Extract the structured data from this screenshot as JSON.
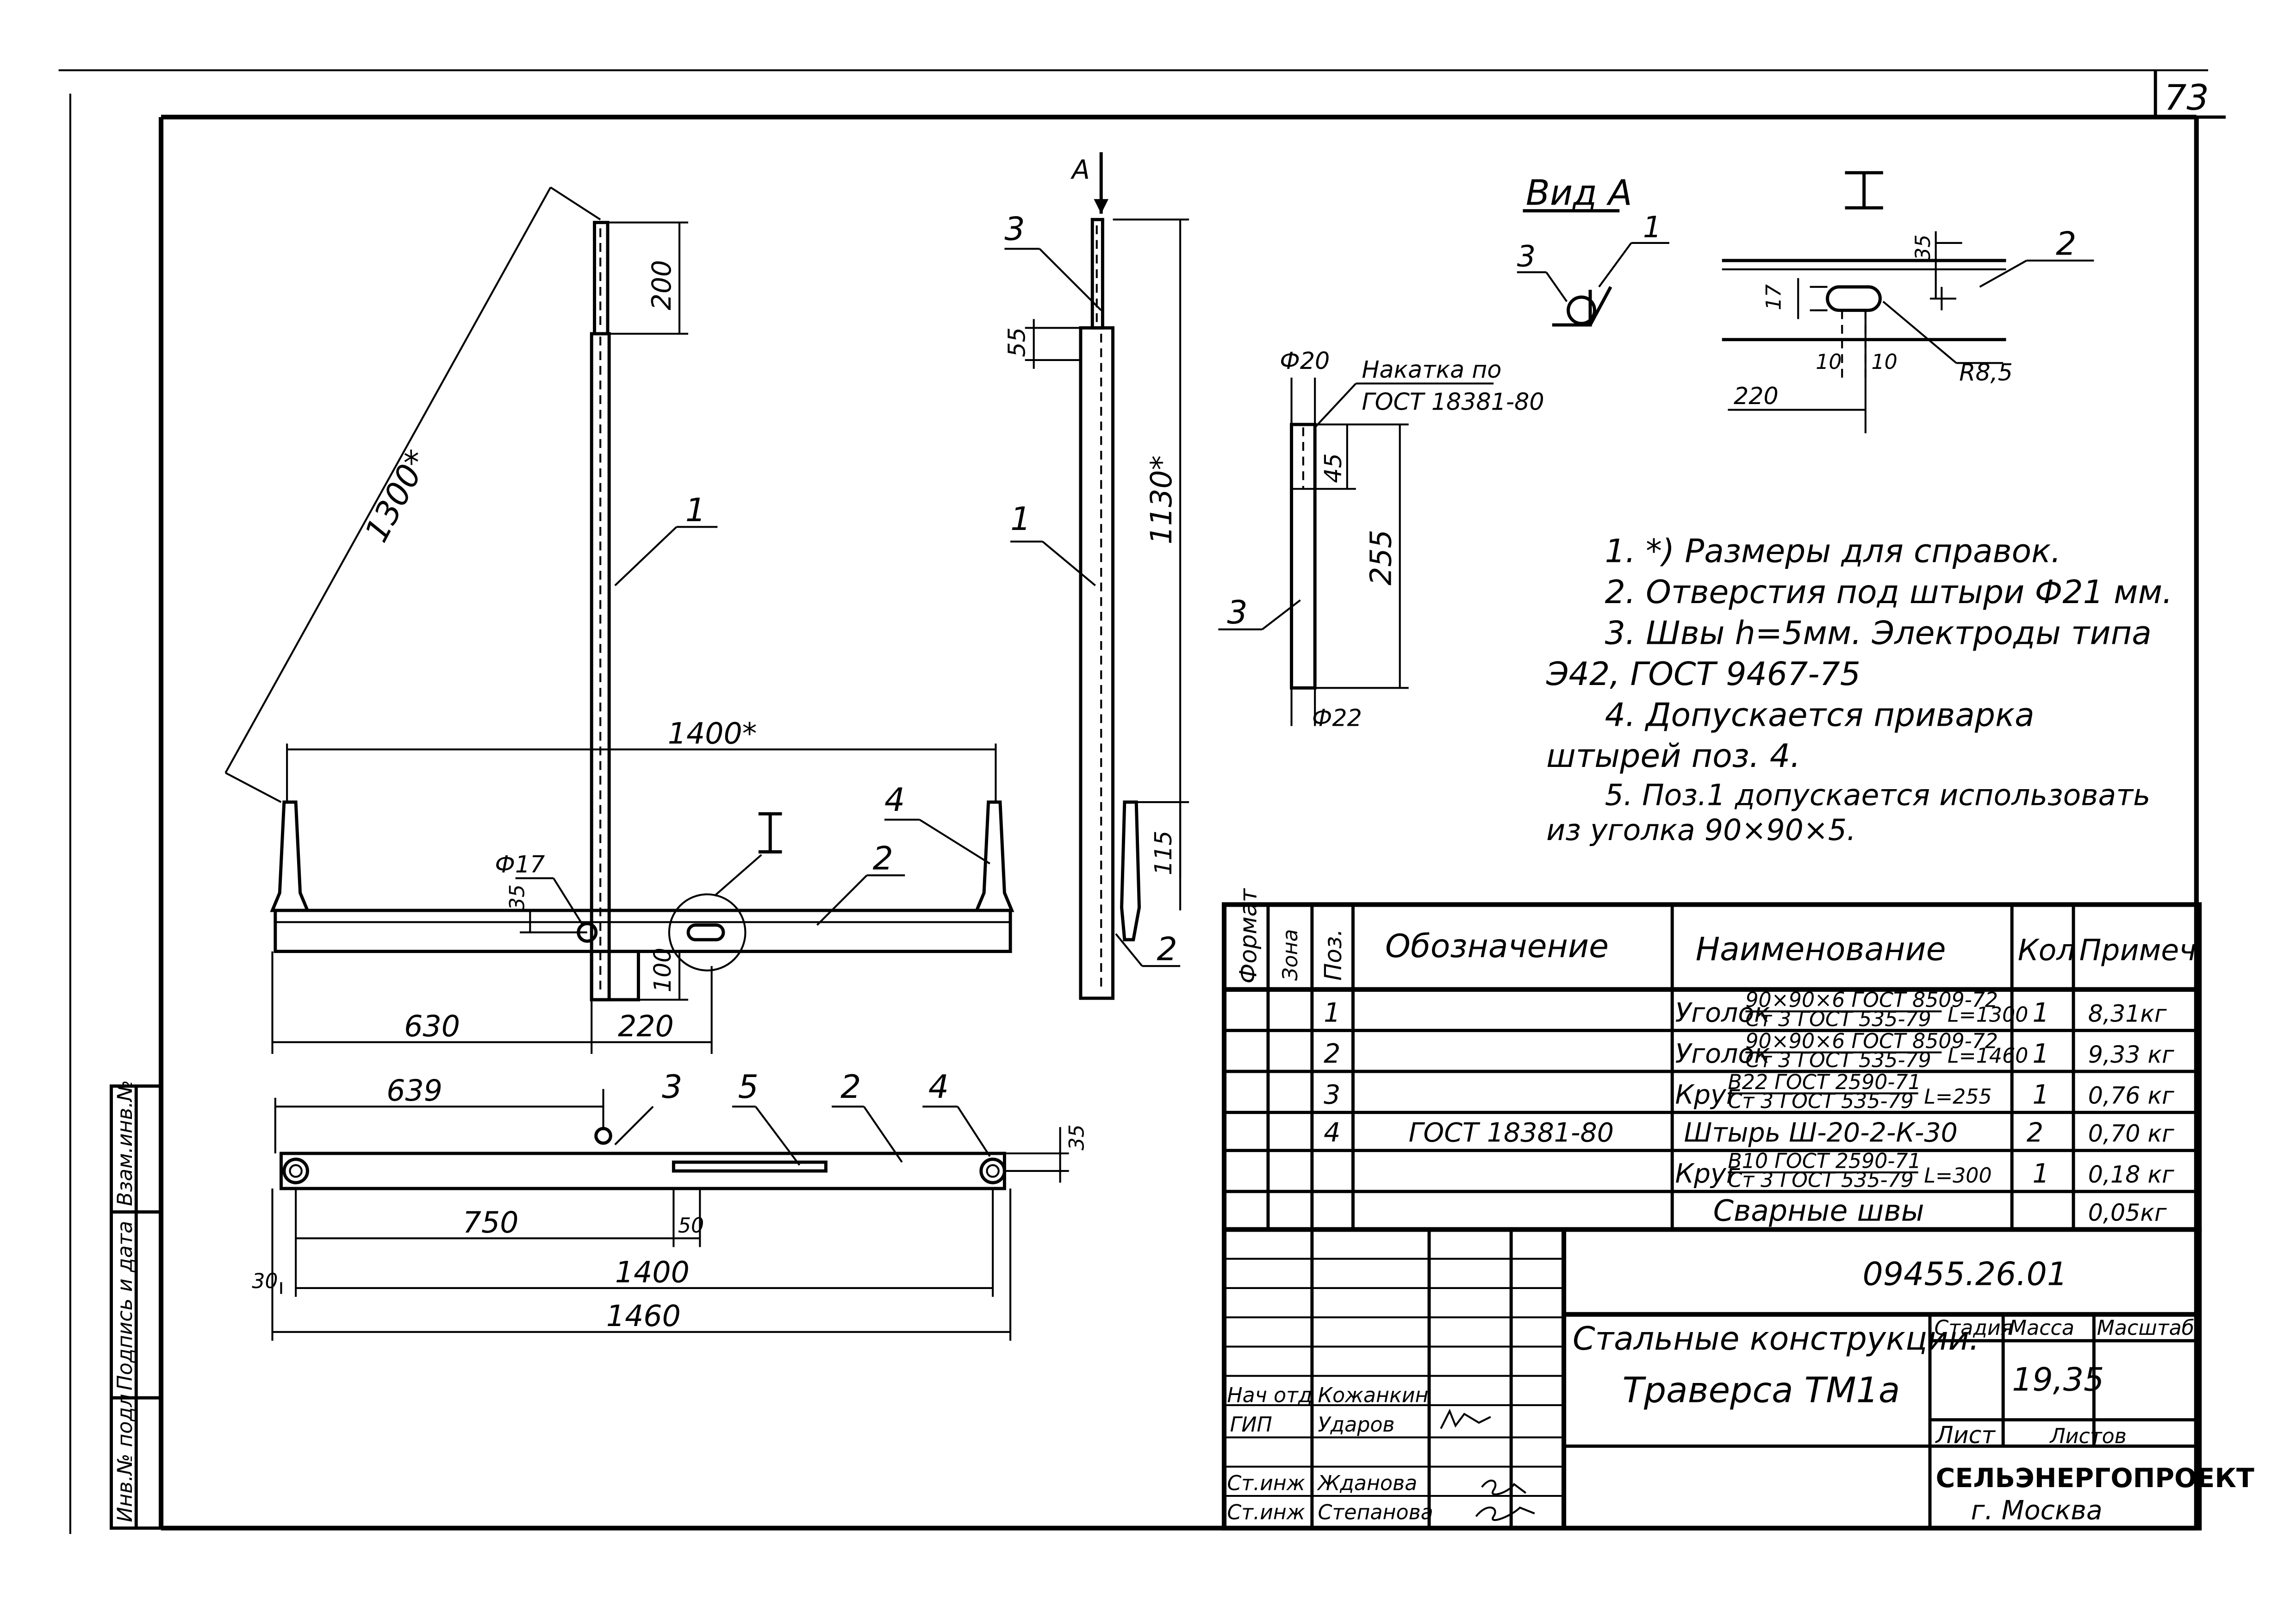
{
  "sheet": {
    "page_number": "73"
  },
  "views": {
    "view_a_title": "Вид А",
    "section_title": "I",
    "arrow_label": "A"
  },
  "dimensions": {
    "d1300": "1300*",
    "d200": "200",
    "d1400s": "1400*",
    "d630": "630",
    "d220_front": "220",
    "d100": "100",
    "d35_front": "35",
    "phi17": "Ф17",
    "d55": "55",
    "d1130": "1130*",
    "d115": "115",
    "d639": "639",
    "d750": "750",
    "d50": "50",
    "d1400": "1400",
    "d1460": "1460",
    "d30": "30",
    "d35_plan": "35",
    "phi20": "Ф20",
    "phi22": "Ф22",
    "d45": "45",
    "d255": "255",
    "knurl_1": "Накатка по",
    "knurl_2": "ГОСТ 18381-80",
    "d35_sec": "35",
    "d17": "17",
    "d10a": "10",
    "d10b": "10",
    "r85": "R8,5",
    "d220_sec": "220"
  },
  "callouts": {
    "p1": "1",
    "p2": "2",
    "p3": "3",
    "p4": "4",
    "p5": "5",
    "s1": "1",
    "s2": "2",
    "s3": "3",
    "va1": "1",
    "va3": "3",
    "sec2": "2",
    "pin3": "3"
  },
  "notes": [
    "1. *) Размеры для справок.",
    "2. Отверстия под штыри Ф21 мм.",
    "3. Швы h=5мм. Электроды типа",
    "Э42, ГОСТ 9467-75",
    "4. Допускается приварка",
    "штырей поз. 4.",
    "5. Поз.1 допускается использовать",
    "из уголка 90×90×5."
  ],
  "bom": {
    "headers": [
      "Формат",
      "Зона",
      "Поз.",
      "Обозначение",
      "Наименование",
      "Кол",
      "Примеч"
    ],
    "rows": [
      {
        "pos": "1",
        "designation": "",
        "name_main": "Уголок",
        "name_top": "90×90×6 ГОСТ 8509-72",
        "name_bottom": "Ст 3 ГОСТ 535-79",
        "name_tail": "L=1300",
        "qty": "1",
        "note": "8,31кг"
      },
      {
        "pos": "2",
        "designation": "",
        "name_main": "Уголок",
        "name_top": "90×90×6 ГОСТ 8509-72",
        "name_bottom": "Ст 3 ГОСТ 535-79",
        "name_tail": "L=1460",
        "qty": "1",
        "note": "9,33 кг"
      },
      {
        "pos": "3",
        "designation": "",
        "name_main": "Круг",
        "name_top": "В22 ГОСТ 2590-71",
        "name_bottom": "Ст 3 ГОСТ 535-79",
        "name_tail": "L=255",
        "qty": "1",
        "note": "0,76 кг"
      },
      {
        "pos": "4",
        "designation": "ГОСТ 18381-80",
        "name_main": "Штырь Ш-20-2-К-30",
        "name_top": "",
        "name_bottom": "",
        "name_tail": "",
        "qty": "2",
        "note": "0,70 кг"
      },
      {
        "pos": "",
        "designation": "",
        "name_main": "Круг",
        "name_top": "В10 ГОСТ 2590-71",
        "name_bottom": "Ст 3 ГОСТ 535-79",
        "name_tail": "L=300",
        "qty": "1",
        "note": "0,18 кг"
      },
      {
        "pos": "",
        "designation": "",
        "name_main": "Сварные швы",
        "name_top": "",
        "name_bottom": "",
        "name_tail": "",
        "qty": "",
        "note": "0,05кг"
      }
    ]
  },
  "title_block": {
    "doc_number": "09455.26.01",
    "title_1": "Стальные конструкции.",
    "title_2": "Траверса ТМ1а",
    "stage_label": "Стадия",
    "mass_label": "Масса",
    "scale_label": "Масштаб",
    "mass_value": "19,35",
    "sheet_label": "Лист",
    "sheets_label": "Листов",
    "org_name": "СЕЛЬЭНЕРГОПРОЕКТ",
    "org_city": "г. Москва",
    "signers": [
      {
        "role": "Нач отд",
        "name": "Кожанкин"
      },
      {
        "role": "ГИП",
        "name": "Ударов"
      },
      {
        "role": "Ст.инж",
        "name": "Жданова"
      },
      {
        "role": "Ст.инж",
        "name": "Степанова"
      }
    ]
  },
  "side_stamp": [
    "Инв.№ подл",
    "Подпись и дата",
    "Взам.инв.№"
  ]
}
